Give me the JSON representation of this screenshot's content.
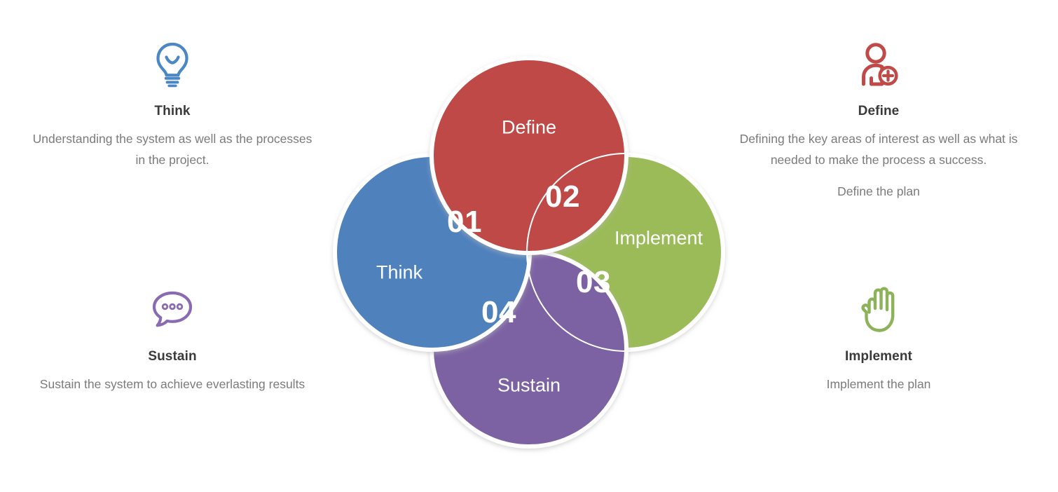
{
  "diagram": {
    "type": "four-circle-pinwheel-venn",
    "colors": {
      "think": "#4f81bd",
      "define": "#bf4a47",
      "implement": "#9bbb59",
      "sustain": "#7b62a3",
      "stroke": "#ffffff",
      "shadow": "#e6e6e6",
      "heading_text": "#3a3a3a",
      "body_text": "#7b7b7b",
      "circle_text": "#ffffff",
      "background": "#ffffff"
    },
    "circles": [
      {
        "id": "think",
        "label": "Think",
        "number": "01",
        "color": "#4f81bd"
      },
      {
        "id": "define",
        "label": "Define",
        "number": "02",
        "color": "#bf4a47"
      },
      {
        "id": "implement",
        "label": "Implement",
        "number": "03",
        "color": "#9bbb59"
      },
      {
        "id": "sustain",
        "label": "Sustain",
        "number": "04",
        "color": "#7b62a3"
      }
    ]
  },
  "blocks": {
    "think": {
      "icon": "lightbulb-icon",
      "title": "Think",
      "desc": "Understanding the system as well as the processes in the project."
    },
    "sustain": {
      "icon": "speech-bubble-icon",
      "title": "Sustain",
      "desc": "Sustain the system to achieve everlasting results"
    },
    "define": {
      "icon": "add-person-icon",
      "title": "Define",
      "desc": "Defining the key areas of interest as well as what is needed to make the process a success.",
      "extra": "Define the plan"
    },
    "implement": {
      "icon": "hand-icon",
      "title": "Implement",
      "desc": "Implement the plan"
    }
  }
}
